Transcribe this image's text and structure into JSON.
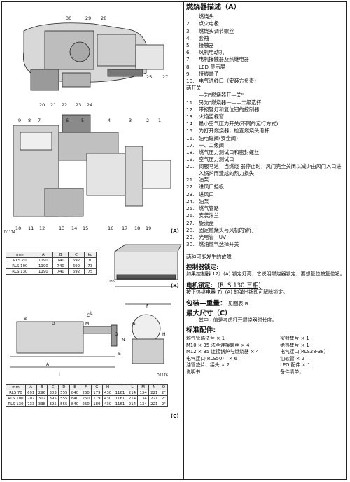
{
  "figures": {
    "fig_a_callouts_top": [
      "30",
      "29",
      "28",
      "25",
      "27",
      "20",
      "21",
      "22",
      "23",
      "24"
    ],
    "fig_a_callouts_mid": [
      "9",
      "8",
      "7",
      "6",
      "5",
      "4",
      "3",
      "2",
      "1"
    ],
    "fig_a_callouts_bottom": [
      "10",
      "11",
      "12",
      "13",
      "14",
      "15",
      "16",
      "17",
      "18",
      "19"
    ],
    "fig_a_code": "D1174",
    "fig_a_label": "(A)",
    "fig_b_label": "(B)",
    "fig_b_code": "D36",
    "fig_c_label": "(C)",
    "fig_c_code": "D1176",
    "table_b": {
      "headers": [
        "mm",
        "A",
        "B",
        "C",
        "kg"
      ],
      "rows": [
        [
          "RLS 70",
          "1190",
          "740",
          "692",
          "70"
        ],
        [
          "RLS 100",
          "1190",
          "740",
          "692",
          "73"
        ],
        [
          "RLS 130",
          "1190",
          "740",
          "692",
          "75"
        ]
      ]
    },
    "table_c": {
      "headers": [
        "mm",
        "A",
        "B",
        "C",
        "D",
        "E",
        "F",
        "G",
        "H",
        "I",
        "L",
        "M",
        "N",
        "O"
      ],
      "rows": [
        [
          "RLS 70",
          "691",
          "296",
          "303",
          "555",
          "840",
          "250",
          "179",
          "430",
          "1161",
          "214",
          "134",
          "221",
          "2\""
        ],
        [
          "RLS 100",
          "707",
          "312",
          "395",
          "555",
          "840",
          "250",
          "179",
          "430",
          "1161",
          "214",
          "134",
          "221",
          "2\""
        ],
        [
          "RLS 130",
          "733",
          "338",
          "395",
          "555",
          "840",
          "250",
          "189",
          "430",
          "1161",
          "214",
          "134",
          "221",
          "2\""
        ]
      ],
      "dim_letters": [
        "A",
        "B",
        "C",
        "D",
        "E",
        "F",
        "G",
        "H",
        "I",
        "L",
        "M",
        "N",
        "O"
      ]
    }
  },
  "text": {
    "title": "燃烧器描述（A）",
    "items_a": [
      {
        "n": "1.",
        "t": "燃烧头"
      },
      {
        "n": "2.",
        "t": "点火电极"
      },
      {
        "n": "3.",
        "t": "燃烧头调节螺丝"
      },
      {
        "n": "4.",
        "t": "套袖"
      },
      {
        "n": "5.",
        "t": "接触器"
      },
      {
        "n": "6.",
        "t": "风机电动机"
      },
      {
        "n": "7.",
        "t": "电机接触器及热继电器"
      },
      {
        "n": "8.",
        "t": "LED 显示屏"
      },
      {
        "n": "9.",
        "t": "接线端子"
      },
      {
        "n": "10.",
        "t": "电气进线口（安装方负责）"
      }
    ],
    "switch_line1": "两开关",
    "switch_line2": "—为\"燃烧器开—关\"",
    "items_b": [
      {
        "n": "11.",
        "t": "另为\"燃烧器一——二级选择"
      },
      {
        "n": "12.",
        "t": "带报警灯和复位钮的控制器"
      },
      {
        "n": "13.",
        "t": "火焰监视窗"
      },
      {
        "n": "14.",
        "t": "最小空气压力开关(不同的运行方式)"
      },
      {
        "n": "15.",
        "t": "为打开燃烧器，检查燃烧头滑杆"
      },
      {
        "n": "16.",
        "t": "油电磁阀(安全阀)"
      },
      {
        "n": "17.",
        "t": "一、二级阀"
      },
      {
        "n": "18.",
        "t": "燃气压力测试口和密封螺丝"
      },
      {
        "n": "19.",
        "t": "空气压力测试口"
      }
    ],
    "item_20": {
      "n": "20.",
      "t": "伺服马达，当燃烧 器停止时，风门完全关闭以减少由风门入口进入锅炉而造成的热力损失"
    },
    "items_c": [
      {
        "n": "21.",
        "t": "油泵"
      },
      {
        "n": "22.",
        "t": "进风口挡板"
      },
      {
        "n": "23.",
        "t": "进风口"
      },
      {
        "n": "24.",
        "t": "油泵"
      },
      {
        "n": "25.",
        "t": "燃气管路"
      },
      {
        "n": "26.",
        "t": "安装法兰"
      },
      {
        "n": "27.",
        "t": "旋流盘"
      },
      {
        "n": "28.",
        "t": "固定燃烧头与风机的铆钉"
      },
      {
        "n": "29.",
        "t": "光电管　UV"
      },
      {
        "n": "30.",
        "t": "燃油燃气选择开关"
      }
    ],
    "faults": "两种可能发生的故障",
    "controller_lock_title": "控制器锁定:",
    "controller_lock_body": "如果控制器 12）(A) 锁定灯亮，它说明燃烧器锁定，要想复位按复位钮。",
    "motor_lock_title": "电机锁定:",
    "motor_lock_paren": "(RLS 130  三相)",
    "motor_lock_body": "按下热继电器 7）(A) 的弹出钮即可解除锁定。",
    "package_weight_label": "包装—重量：",
    "package_weight_body": "见图表 B.",
    "max_dims_title": "最大尺寸（C）",
    "max_dims_body": "其中 I 值是考虑打开燃烧器时长度。",
    "accessories_title": "标准配件:",
    "accessories": [
      "燃气管路法兰 × 1",
      "密封垫片 × 1",
      "M10 × 35 法兰连接螺丝 × 4",
      "绝热垫片 × 1",
      "M12 × 35 连接锅炉与燃烧器 × 4",
      "电气接口(RLS28-38)",
      "电气接口(RLS50)　× 6",
      "油软管 × 2",
      "油管垫片、接头 × 2",
      "LPG 配件 × 1",
      "说明书",
      "备件清单。"
    ]
  }
}
